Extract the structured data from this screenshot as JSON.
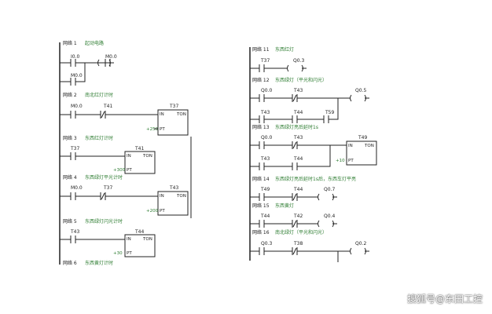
{
  "watermark": "搜狐号@东田工控",
  "networks": {
    "n1": {
      "label": "网络 1",
      "comment": "起动电路",
      "c1": "I0.0",
      "c2": "M0.0",
      "c3": "M0.0"
    },
    "n2": {
      "label": "网络 2",
      "comment": "南北红灯计时",
      "c1": "M0.0",
      "c2": "T41",
      "tmr": "T37",
      "pv": "+250"
    },
    "n3": {
      "label": "网络 3",
      "comment": "东西红灯计时",
      "c1": "T37",
      "tmr": "T41",
      "pv": "+300"
    },
    "n4": {
      "label": "网络 4",
      "comment": "东西绿灯平光计时",
      "c1": "M0.0",
      "c2": "T37",
      "tmr": "T43",
      "pv": "+200"
    },
    "n5": {
      "label": "网络 5",
      "comment": "东西绿灯闪光计时",
      "c1": "T43",
      "tmr": "T44",
      "pv": "+30"
    },
    "n6": {
      "label": "网络 6",
      "comment": "东西黄灯计时"
    },
    "n11": {
      "label": "网络 11",
      "comment": "东西红灯",
      "c1": "T37",
      "coil": "Q0.3"
    },
    "n12": {
      "label": "网络 12",
      "comment": "东西绿灯（平光和闪光）",
      "c1": "Q0.0",
      "c2": "T43",
      "coil": "Q0.5",
      "c3": "T43",
      "c4": "T44",
      "c5": "T59"
    },
    "n13": {
      "label": "网络 13",
      "comment": "东西绿灯亮后延时1s",
      "c1": "Q0.0",
      "c2": "T43",
      "c3": "T43",
      "c4": "T44",
      "tmr": "T49",
      "pv": "+10"
    },
    "n14": {
      "label": "网络 14",
      "comment": "东西绿灯亮后延时1s后，东西车灯平亮",
      "c1": "T49",
      "c2": "T44",
      "coil": "Q0.7"
    },
    "n15": {
      "label": "网络 15",
      "comment": "东西黄灯",
      "c1": "T44",
      "c2": "T42",
      "coil": "Q0.4"
    },
    "n16": {
      "label": "网络 16",
      "comment": "南北绿灯（平光和闪光）",
      "c1": "Q0.3",
      "c2": "T38",
      "coil": "Q0.2"
    }
  },
  "box": {
    "in": "IN",
    "ton": "TON",
    "pt": "PT"
  }
}
